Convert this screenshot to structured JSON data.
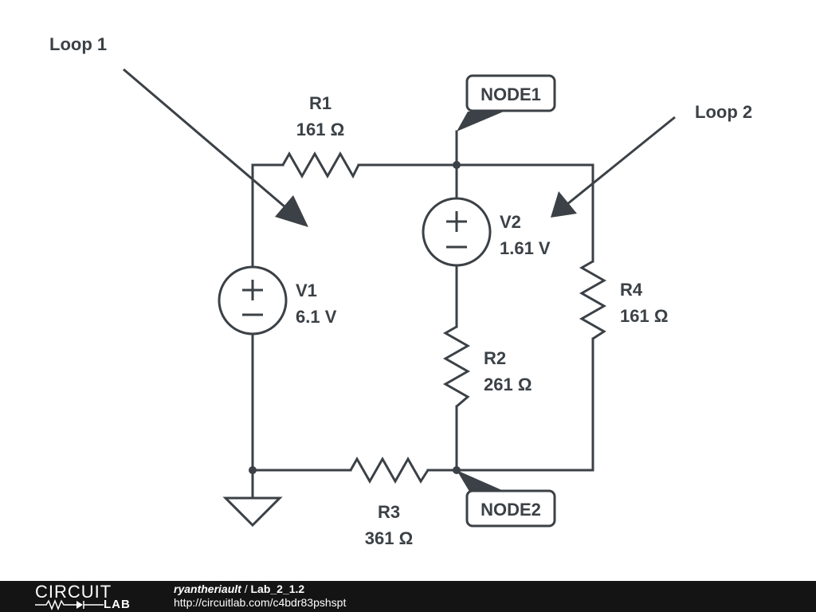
{
  "loops": {
    "loop1": "Loop 1",
    "loop2": "Loop 2"
  },
  "nodes": {
    "node1": "NODE1",
    "node2": "NODE2"
  },
  "components": {
    "r1": {
      "name": "R1",
      "value": "161 Ω"
    },
    "r2": {
      "name": "R2",
      "value": "261 Ω"
    },
    "r3": {
      "name": "R3",
      "value": "361 Ω"
    },
    "r4": {
      "name": "R4",
      "value": "161 Ω"
    },
    "v1": {
      "name": "V1",
      "value": "6.1 V"
    },
    "v2": {
      "name": "V2",
      "value": "1.61 V"
    }
  },
  "symbols": {
    "plus": "+",
    "minus": "−"
  },
  "footer": {
    "logo_top": "CIRCUIT",
    "logo_bottom": "LAB",
    "user": "ryantheriault",
    "separator": " / ",
    "title": "Lab_2_1.2",
    "url": "http://circuitlab.com/c4bdr83pshspt"
  },
  "colors": {
    "ink": "#3b4146",
    "footer_bg": "#141414",
    "footer_text": "#ffffff"
  }
}
